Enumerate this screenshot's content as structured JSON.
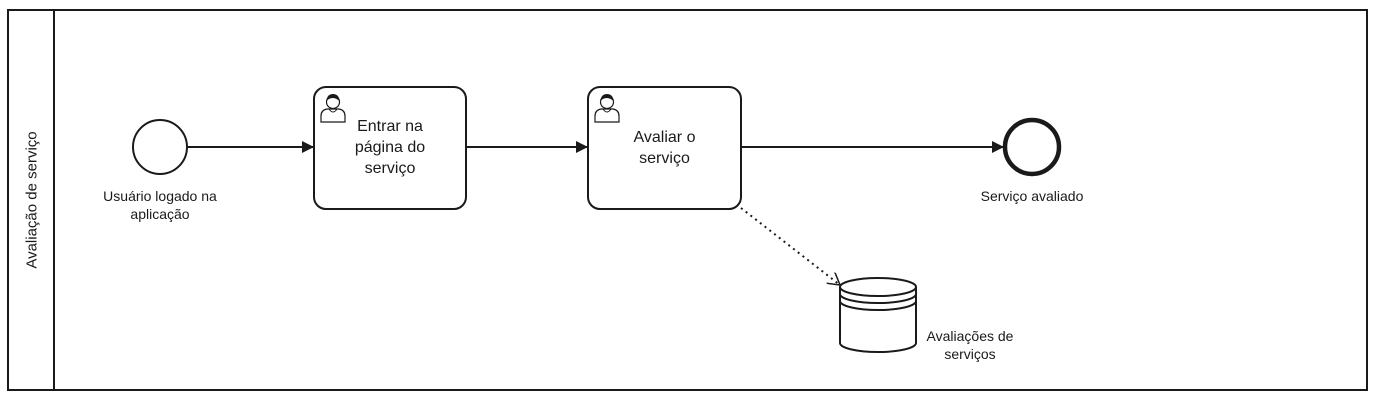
{
  "pool": {
    "label": "Avaliação de serviço"
  },
  "events": {
    "start": {
      "label": "Usuário logado na aplicação"
    },
    "end": {
      "label": "Serviço avaliado"
    }
  },
  "tasks": [
    {
      "label": "Entrar na página do serviço",
      "type": "user-task"
    },
    {
      "label": "Avaliar o serviço",
      "type": "user-task"
    }
  ],
  "data_store": {
    "label": "Avaliações de serviços"
  },
  "colors": {
    "stroke": "#1a1a1a",
    "background": "#ffffff"
  }
}
